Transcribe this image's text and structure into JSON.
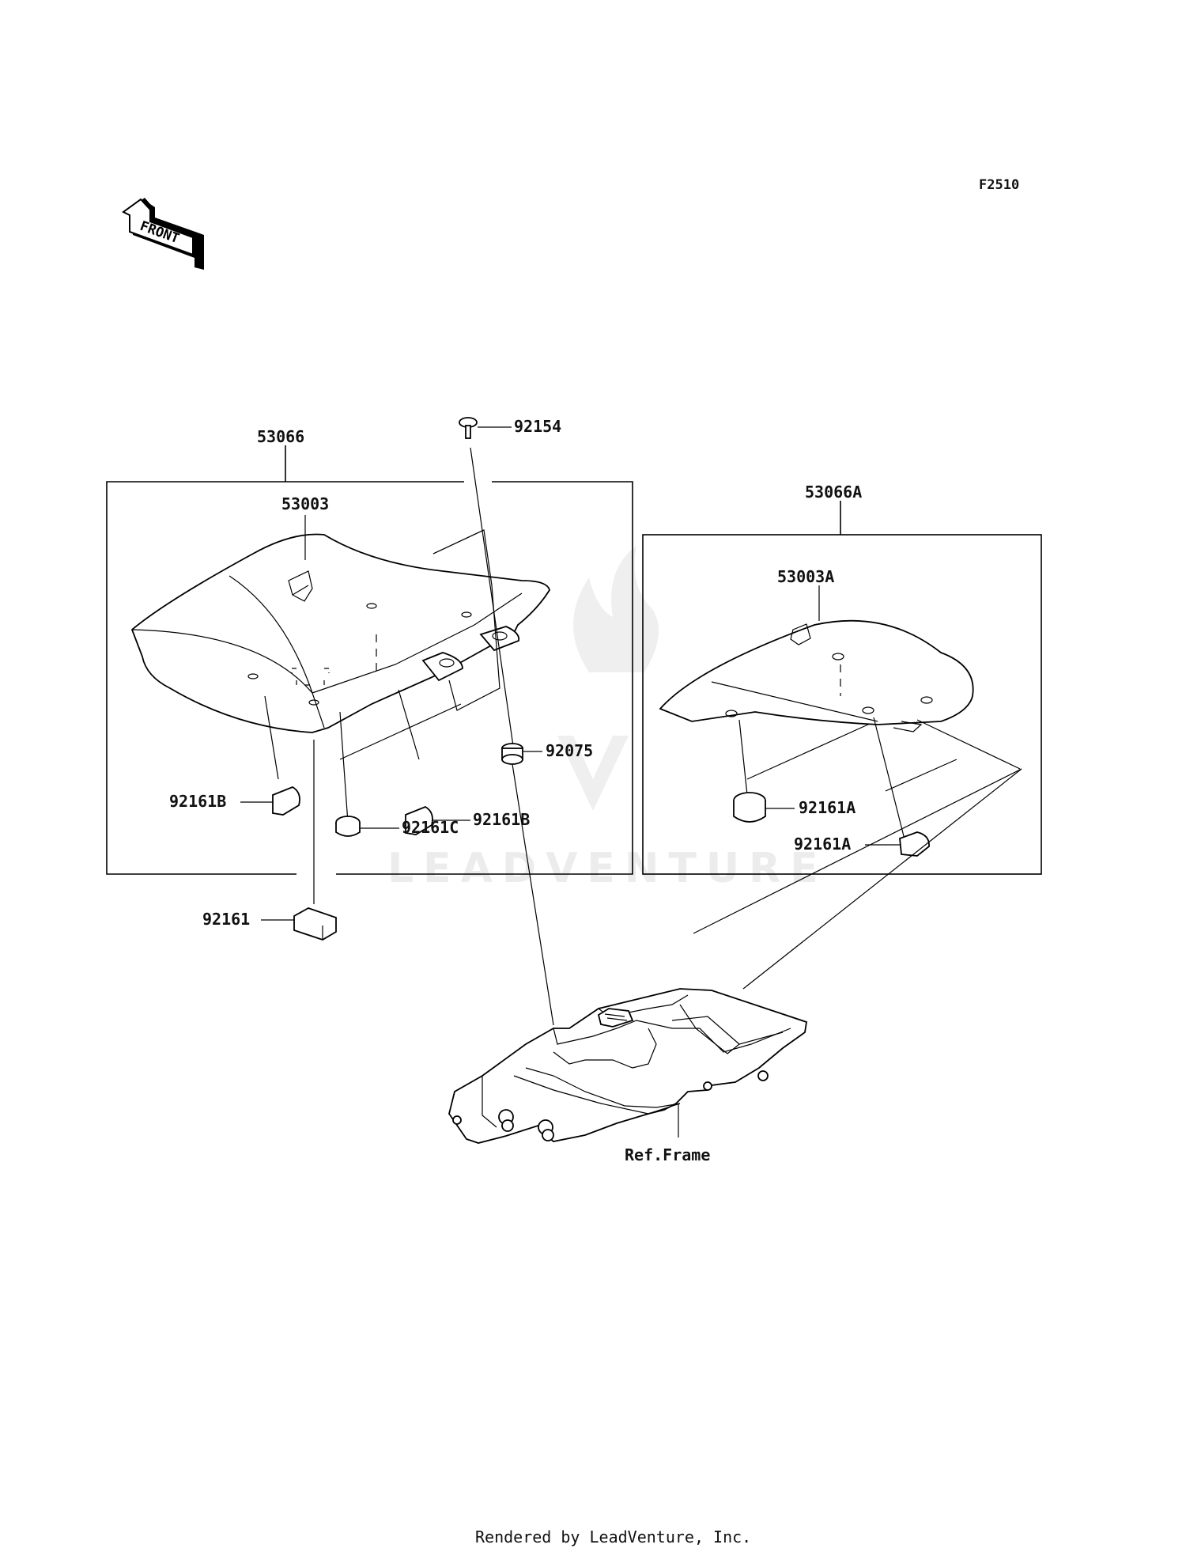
{
  "diagram": {
    "code": "F2510",
    "front_label": "FRONT",
    "watermark": "LEADVENTURE",
    "footer": "Rendered by LeadVenture, Inc.",
    "labels": {
      "main_seat_assy": "53066",
      "main_seat": "53003",
      "bolt": "92154",
      "grommet": "92075",
      "damper_b_left": "92161B",
      "damper_b_right": "92161B",
      "damper_c": "92161C",
      "damper": "92161",
      "rear_seat_assy": "53066A",
      "rear_seat": "53003A",
      "damper_a_upper": "92161A",
      "damper_a_lower": "92161A",
      "ref_frame": "Ref.Frame"
    }
  }
}
